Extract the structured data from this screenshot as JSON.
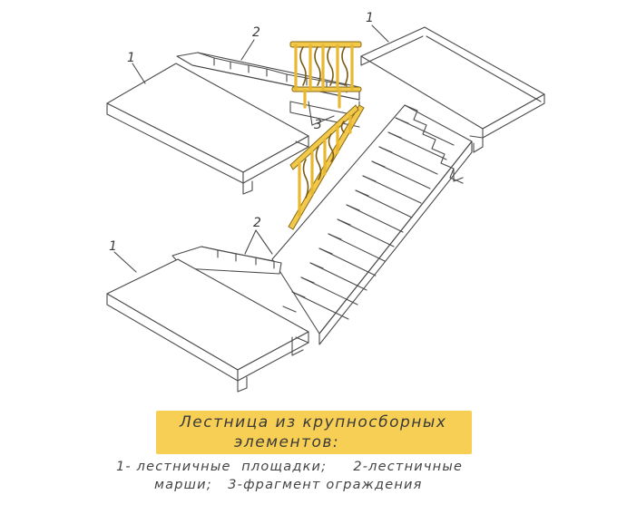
{
  "caption": {
    "line1": "Лестница из крупносборных",
    "line2": "элементов:"
  },
  "legend": {
    "line1": "1- лестничные  площадки;     2-лестничные",
    "line2": "марши;   3-фрагмент ограждения"
  },
  "callouts": {
    "landing": "1",
    "flight": "2",
    "railing": "3"
  },
  "colors": {
    "caption_highlight": "#f7cf55",
    "railing": "#f2c94c",
    "ink": "#4a4a4a"
  }
}
